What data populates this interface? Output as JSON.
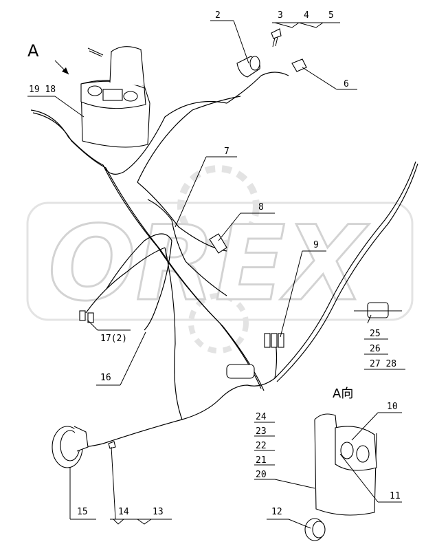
{
  "view_labels": {
    "view_a": "A",
    "view_a_direction": "A向"
  },
  "watermark": {
    "text": "OREX"
  },
  "callouts": {
    "c2": "2",
    "c3": "3",
    "c4": "4",
    "c5": "5",
    "c6": "6",
    "c7": "7",
    "c8": "8",
    "c9": "9",
    "c10": "10",
    "c11": "11",
    "c12": "12",
    "c13": "13",
    "c14": "14",
    "c15": "15",
    "c16": "16",
    "c17": "17(2)",
    "c1918": "19 18",
    "c20": "20",
    "c21": "21",
    "c22": "22",
    "c23": "23",
    "c24": "24",
    "c25": "25",
    "c26": "26",
    "c2728": "27 28"
  },
  "colors": {
    "line": "#000000",
    "watermark_stroke": "#cfcfcf",
    "background": "#ffffff"
  }
}
